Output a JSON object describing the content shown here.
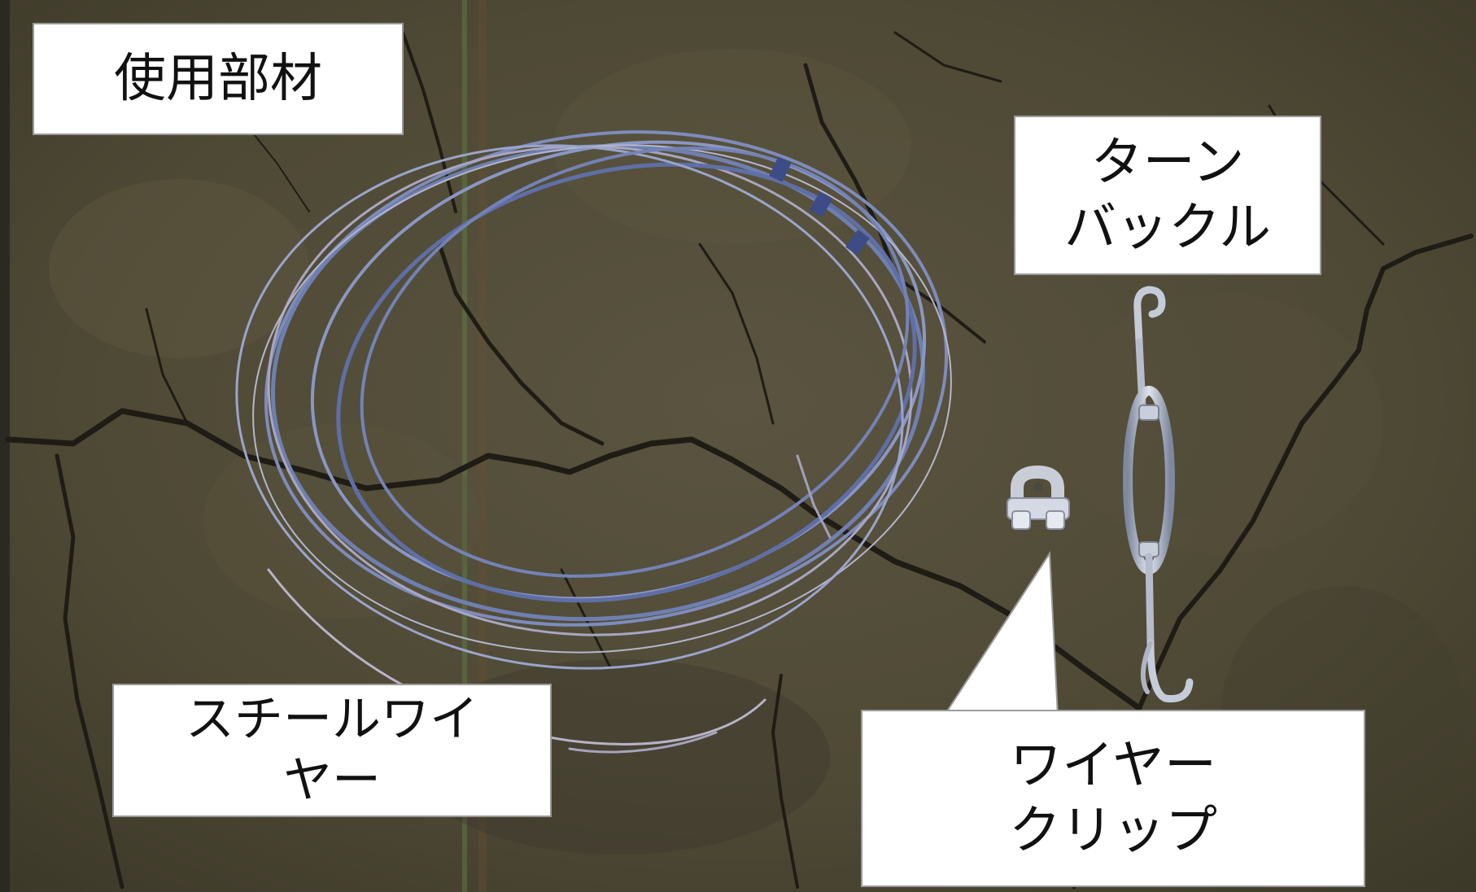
{
  "title": "使用部材",
  "labels": {
    "turnbuckle": {
      "line1": "ターン",
      "line2": "バックル"
    },
    "steel_wire": {
      "line1": "スチールワイ",
      "line2": "ヤー"
    },
    "wire_clip": {
      "line1": "ワイヤー",
      "line2": "クリップ"
    }
  },
  "colors": {
    "ground": "#4f4a35",
    "wire": "#6f7fb0",
    "metal": "#a8b0c4",
    "label_bg": "#ffffff"
  }
}
